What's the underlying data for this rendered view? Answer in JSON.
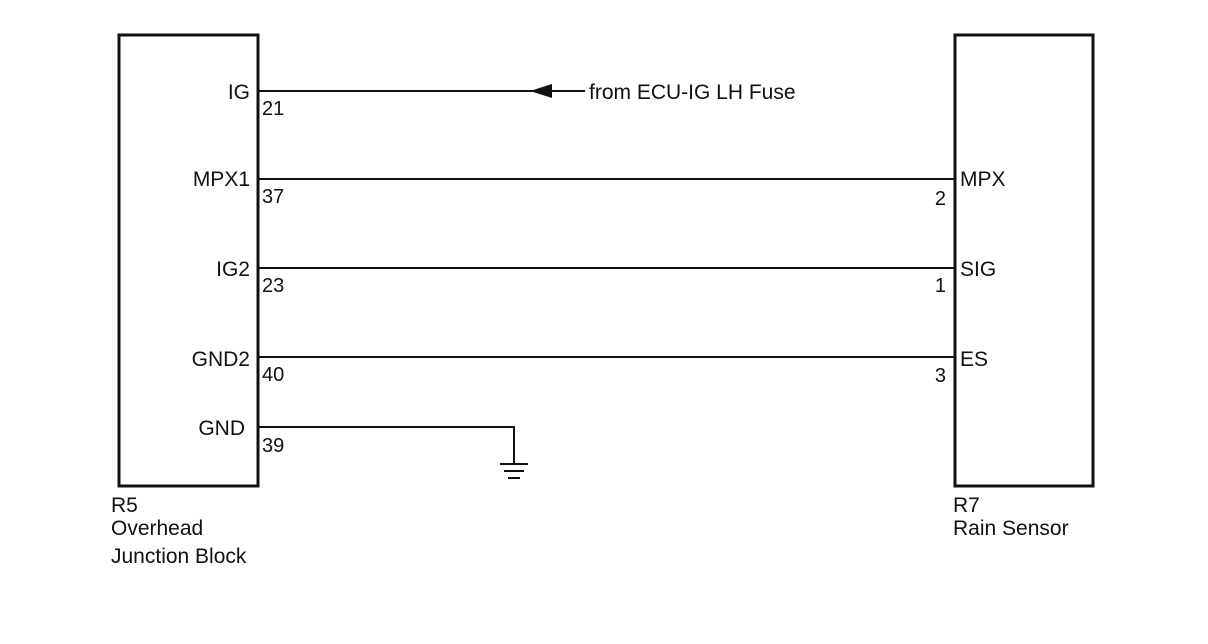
{
  "left_component": {
    "id": "R5",
    "name_line1": "Overhead",
    "name_line2": "Junction Block",
    "pins": [
      {
        "label": "IG",
        "number": "21"
      },
      {
        "label": "MPX1",
        "number": "37"
      },
      {
        "label": "IG2",
        "number": "23"
      },
      {
        "label": "GND2",
        "number": "40"
      },
      {
        "label": "GND",
        "number": "39"
      }
    ]
  },
  "right_component": {
    "id": "R7",
    "name": "Rain Sensor",
    "pins": [
      {
        "label": "MPX",
        "number": "2"
      },
      {
        "label": "SIG",
        "number": "1"
      },
      {
        "label": "ES",
        "number": "3"
      }
    ]
  },
  "external_source": {
    "label": "from ECU-IG LH Fuse"
  },
  "connections": [
    {
      "from": "R5-37 MPX1",
      "to": "R7-2 MPX"
    },
    {
      "from": "R5-23 IG2",
      "to": "R7-1 SIG"
    },
    {
      "from": "R5-40 GND2",
      "to": "R7-3 ES"
    },
    {
      "from": "R5-39 GND",
      "to": "ground"
    },
    {
      "from": "ECU-IG LH Fuse",
      "to": "R5-21 IG"
    }
  ]
}
